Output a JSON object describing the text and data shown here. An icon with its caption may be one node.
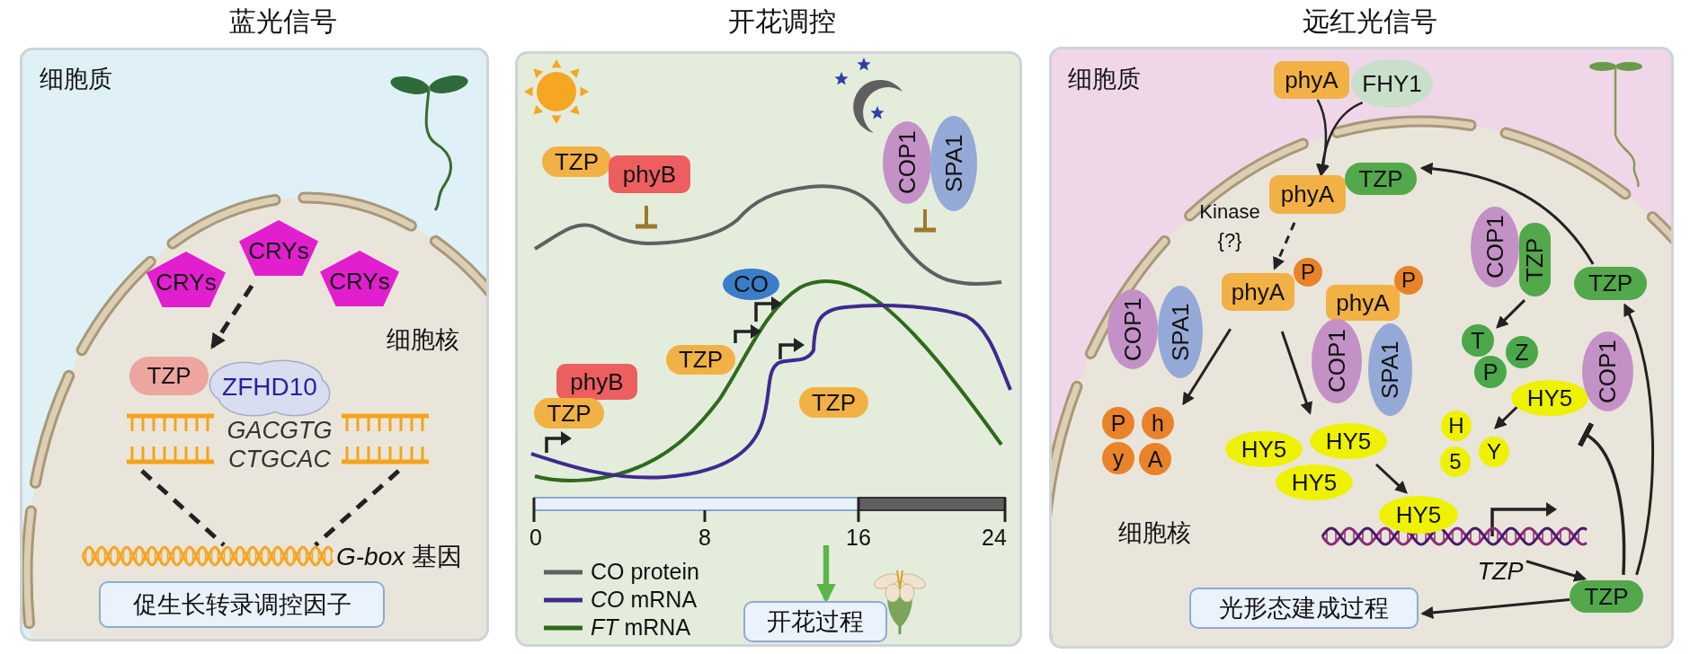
{
  "diagram": {
    "nodes": [
      {
        "text": [
          "蓝光信号",
          "细胞质"
        ]
      },
      {
        "text": [
          "CRYs"
        ],
        "in": 0
      },
      {
        "text": [
          "CRYs"
        ],
        "in": 0
      },
      {
        "text": [
          "CRYs"
        ],
        "in": 0
      },
      {
        "text": [
          "TZP"
        ],
        "in": 0
      },
      {
        "text": [
          "ZFHD10"
        ],
        "in": 0
      },
      {
        "text": [
          "GACGTG",
          "CTGCAC"
        ],
        "in": 0
      },
      {
        "text": [
          "*G-box* 基因"
        ],
        "in": 0
      },
      {
        "text": [
          "促生长转录调控因子"
        ],
        "in": 0
      },
      {
        "text": [
          "开花调控"
        ]
      },
      {
        "text": [
          "TZP"
        ],
        "in": 9
      },
      {
        "text": [
          "phyB"
        ],
        "in": 9
      },
      {
        "text": [
          "COP1"
        ],
        "in": 9
      },
      {
        "text": [
          "SPA1"
        ],
        "in": 9
      },
      {
        "text": [
          "CO"
        ],
        "in": 9
      },
      {
        "text": [
          "TZP"
        ],
        "in": 9
      },
      {
        "text": [
          "phyB"
        ],
        "in": 9
      },
      {
        "text": [
          "TZP"
        ],
        "in": 9
      },
      {
        "text": [
          "TZP"
        ],
        "in": 9
      },
      {
        "text": [
          "开花过程"
        ],
        "in": 9
      },
      {
        "text": [
          "远红光信号",
          "细胞质"
        ]
      },
      {
        "text": [
          "phyA"
        ],
        "in": 20
      },
      {
        "text": [
          "FHY1"
        ],
        "in": 20
      },
      {
        "text": [
          "phyA"
        ],
        "in": 20
      },
      {
        "text": [
          "TZP"
        ],
        "in": 20
      },
      {
        "text": [
          "phyA"
        ],
        "in": 20
      },
      {
        "text": [
          "P"
        ],
        "in": 20
      },
      {
        "text": [
          "phyA"
        ],
        "in": 20
      },
      {
        "text": [
          "P"
        ],
        "in": 20
      },
      {
        "text": [
          "COP1"
        ],
        "in": 20
      },
      {
        "text": [
          "SPA1"
        ],
        "in": 20
      },
      {
        "text": [
          "COP1"
        ],
        "in": 20
      },
      {
        "text": [
          "SPA1"
        ],
        "in": 20
      },
      {
        "text": [
          "P"
        ],
        "in": 20
      },
      {
        "text": [
          "h"
        ],
        "in": 20
      },
      {
        "text": [
          "y"
        ],
        "in": 20
      },
      {
        "text": [
          "A"
        ],
        "in": 20
      },
      {
        "text": [
          "HY5"
        ],
        "in": 20
      },
      {
        "text": [
          "HY5"
        ],
        "in": 20
      },
      {
        "text": [
          "HY5"
        ],
        "in": 20
      },
      {
        "text": [
          "HY5"
        ],
        "in": 20
      },
      {
        "text": [
          "COP1"
        ],
        "in": 20
      },
      {
        "text": [
          "TZP"
        ],
        "in": 20
      },
      {
        "text": [
          "T"
        ],
        "in": 20
      },
      {
        "text": [
          "Z"
        ],
        "in": 20
      },
      {
        "text": [
          "P"
        ],
        "in": 20
      },
      {
        "text": [
          "TZP"
        ],
        "in": 20
      },
      {
        "text": [
          "HY5"
        ],
        "in": 20
      },
      {
        "text": [
          "COP1"
        ],
        "in": 20
      },
      {
        "text": [
          "H"
        ],
        "in": 20
      },
      {
        "text": [
          "Y"
        ],
        "in": 20
      },
      {
        "text": [
          "5"
        ],
        "in": 20
      },
      {
        "text": [
          "TZP"
        ],
        "in": 20
      },
      {
        "text": [
          "TZP"
        ],
        "in": 20
      },
      {
        "text": [
          "光形态建成过程"
        ],
        "in": 20
      }
    ],
    "edges": [
      {
        "from": 2,
        "to": 4,
        "arrow": "to",
        "style": "dashed"
      },
      {
        "from": 6,
        "to": 7,
        "arrow": "none",
        "style": "dashed"
      },
      {
        "from": 6,
        "to": 7,
        "arrow": "none",
        "style": "dashed"
      },
      {
        "from": null,
        "to": 19,
        "arrow": "to",
        "style": "thick",
        "color": "#5bb54a"
      },
      {
        "from": 21,
        "to": 23,
        "arrow": "to"
      },
      {
        "from": 22,
        "to": 23,
        "arrow": "to"
      },
      {
        "from": 23,
        "to": 25,
        "arrow": "to",
        "style": "dashed",
        "label": "Kinase {?}"
      },
      {
        "from": 25,
        "to": 34,
        "arrow": "to"
      },
      {
        "from": 25,
        "to": 38,
        "arrow": "to"
      },
      {
        "from": 38,
        "to": 40,
        "arrow": "to"
      },
      {
        "from": 52,
        "to": 53,
        "arrow": "to"
      },
      {
        "from": 53,
        "to": 46,
        "arrow": "to"
      },
      {
        "from": 53,
        "to": 48,
        "arrow": "other"
      },
      {
        "from": 46,
        "to": 24,
        "arrow": "to"
      },
      {
        "from": 42,
        "to": 43,
        "arrow": "to"
      },
      {
        "from": 47,
        "to": 50,
        "arrow": "to"
      },
      {
        "from": 53,
        "to": 54,
        "arrow": "to"
      }
    ],
    "labels": [
      "细胞核",
      "0",
      "8",
      "16",
      "24",
      "细胞核"
    ],
    "legend": [
      {
        "text": "CO protein"
      },
      {
        "text": "*CO* mRNA"
      },
      {
        "text": "*FT* mRNA"
      }
    ]
  }
}
